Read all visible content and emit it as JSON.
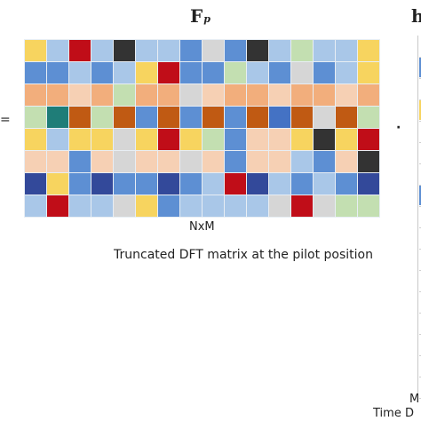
{
  "title": {
    "main": "F",
    "subscript": "p"
  },
  "right_title": "h",
  "equals_symbol": "=",
  "dot_symbol": "·",
  "dim_label": "NxM",
  "caption": "Truncated DFT matrix at the pilot position",
  "right_label_m": "M",
  "right_label_time": "Time D",
  "palette": {
    "Y": "#f7d45f",
    "L": "#a9c7e8",
    "R": "#c00d18",
    "B": "#5d8fd3",
    "K": "#333333",
    "G": "#c3dfb1",
    "S": "#d6d6d6",
    "O": "#f2ae7c",
    "P": "#f6d0b4",
    "T": "#1f7d78",
    "U": "#c05a13",
    "N": "#33499a",
    "M": "#4472c4"
  },
  "matrix": [
    "YLRLKLLBSBKLGLLY",
    "BBLBLYRBBGLBSBLY",
    "OOPOGOOSPOOPOOPO",
    "GTUGUBUBUBUMUSUG",
    "YLYYSYRYGBPPYKYR",
    "PPBPSPPSPBPPLBPK",
    "NYBNBBNBLRNLBLBN",
    "LRLLSYBLLLLSRSGG"
  ],
  "right_vector": [
    "S",
    "B",
    "S",
    "Y",
    "S",
    "S",
    "S",
    "B",
    "S",
    "S",
    "S",
    "S",
    "S",
    "S",
    "S",
    "S",
    "S"
  ]
}
